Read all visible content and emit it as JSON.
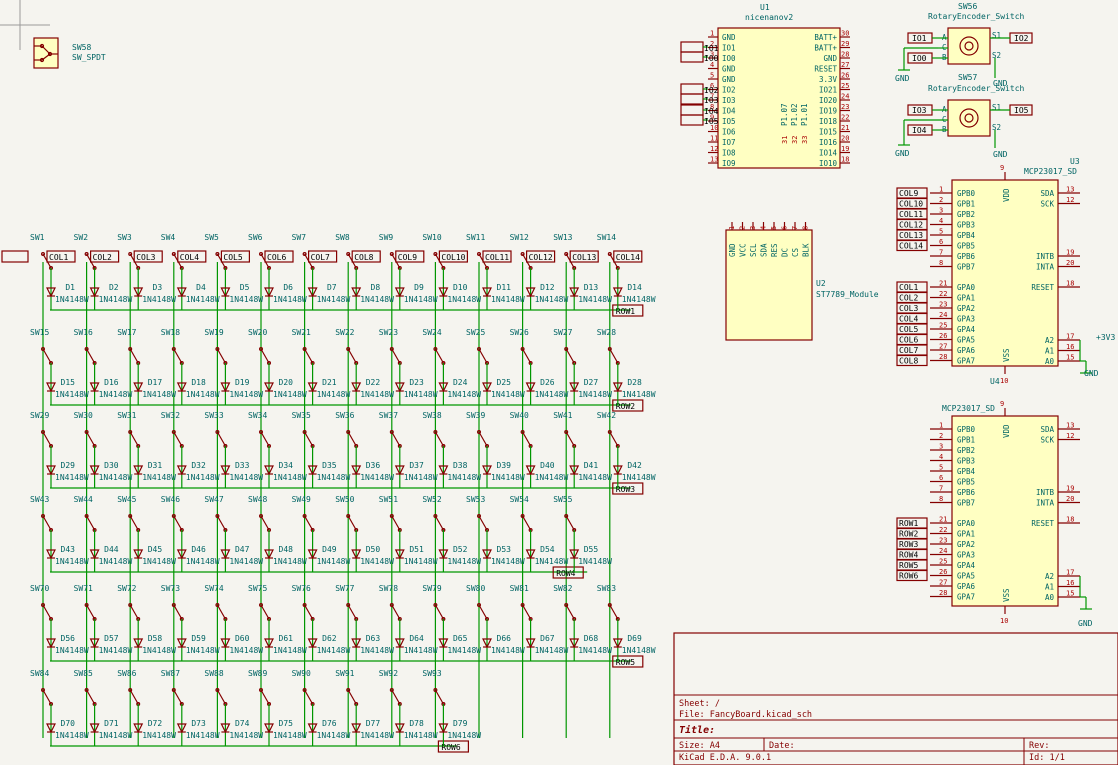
{
  "app": {
    "name": "KiCad Schematic Editor",
    "colors": {
      "background": "#f5f4ef",
      "wire": "#009600",
      "component": "#840000",
      "component_fill": "#ffffc2",
      "ref_text": "#006464",
      "pin_text": "#a90000",
      "label": "#840000",
      "power": "#006464"
    }
  },
  "spdt": {
    "ref": "SW58",
    "value": "SW_SPDT"
  },
  "u1": {
    "ref": "U1",
    "value": "nicenanov2",
    "left_pins": [
      {
        "num": "1",
        "name": "GND"
      },
      {
        "num": "2",
        "name": "IO1"
      },
      {
        "num": "3",
        "name": "IO0"
      },
      {
        "num": "4",
        "name": "GND"
      },
      {
        "num": "5",
        "name": "GND"
      },
      {
        "num": "6",
        "name": "IO2"
      },
      {
        "num": "7",
        "name": "IO3"
      },
      {
        "num": "8",
        "name": "IO4"
      },
      {
        "num": "9",
        "name": "IO5"
      },
      {
        "num": "10",
        "name": "IO6"
      },
      {
        "num": "11",
        "name": "IO7"
      },
      {
        "num": "12",
        "name": "IO8"
      },
      {
        "num": "13",
        "name": "IO9"
      }
    ],
    "right_pins": [
      {
        "num": "30",
        "name": "BATT+"
      },
      {
        "num": "29",
        "name": "BATT+"
      },
      {
        "num": "28",
        "name": "GND"
      },
      {
        "num": "27",
        "name": "RESET"
      },
      {
        "num": "26",
        "name": "3.3V"
      },
      {
        "num": "25",
        "name": "IO21"
      },
      {
        "num": "24",
        "name": "IO20"
      },
      {
        "num": "23",
        "name": "IO19"
      },
      {
        "num": "22",
        "name": "IO18"
      },
      {
        "num": "21",
        "name": "IO15"
      },
      {
        "num": "20",
        "name": "IO16"
      },
      {
        "num": "19",
        "name": "IO14"
      },
      {
        "num": "18",
        "name": "IO10"
      }
    ],
    "inner_pins": [
      "P1.07",
      "P1.02",
      "P1.01"
    ],
    "inner_nums": [
      "31",
      "32",
      "33"
    ],
    "labels": {
      "l1": "IO1",
      "l2": "IO0",
      "l3": "IO2",
      "l4": "IO3",
      "l5": "IO4",
      "l6": "IO5"
    }
  },
  "enc1": {
    "ref": "SW56",
    "value": "RotaryEncoder_Switch",
    "in1": "IO1",
    "in2": "IO0",
    "out": "IO2",
    "gnd1": "GND",
    "gnd2": "GND"
  },
  "enc2": {
    "ref": "SW57",
    "value": "RotaryEncoder_Switch",
    "in1": "IO3",
    "in2": "IO4",
    "out": "IO5",
    "gnd1": "GND",
    "gnd2": "GND"
  },
  "u2": {
    "ref": "U2",
    "value": "ST7789_Module",
    "pins": [
      {
        "num": "1",
        "name": "GND"
      },
      {
        "num": "2",
        "name": "VCC"
      },
      {
        "num": "3",
        "name": "SCL"
      },
      {
        "num": "4",
        "name": "SDA"
      },
      {
        "num": "5",
        "name": "RES"
      },
      {
        "num": "6",
        "name": "DC"
      },
      {
        "num": "7",
        "name": "CS"
      },
      {
        "num": "8",
        "name": "BLK"
      }
    ]
  },
  "u3": {
    "ref": "U3",
    "value": "MCP23017_SD",
    "vdd_num": "9",
    "vss_num": "10",
    "vdd": "VDD",
    "vss": "VSS",
    "left_pins": [
      {
        "num": "1",
        "name": "GPB0",
        "label": "COL9"
      },
      {
        "num": "2",
        "name": "GPB1",
        "label": "COL10"
      },
      {
        "num": "3",
        "name": "GPB2",
        "label": "COL11"
      },
      {
        "num": "4",
        "name": "GPB3",
        "label": "COL12"
      },
      {
        "num": "5",
        "name": "GPB4",
        "label": "COL13"
      },
      {
        "num": "6",
        "name": "GPB5",
        "label": "COL14"
      },
      {
        "num": "7",
        "name": "GPB6",
        "label": ""
      },
      {
        "num": "8",
        "name": "GPB7",
        "label": ""
      },
      {
        "num": "21",
        "name": "GPA0",
        "label": "COL1"
      },
      {
        "num": "22",
        "name": "GPA1",
        "label": "COL2"
      },
      {
        "num": "23",
        "name": "GPA2",
        "label": "COL3"
      },
      {
        "num": "24",
        "name": "GPA3",
        "label": "COL4"
      },
      {
        "num": "25",
        "name": "GPA4",
        "label": "COL5"
      },
      {
        "num": "26",
        "name": "GPA5",
        "label": "COL6"
      },
      {
        "num": "27",
        "name": "GPA6",
        "label": "COL7"
      },
      {
        "num": "28",
        "name": "GPA7",
        "label": "COL8"
      }
    ],
    "right_pins": [
      {
        "num": "13",
        "name": "SDA"
      },
      {
        "num": "12",
        "name": "SCK"
      },
      {
        "num": "19",
        "name": "INTB"
      },
      {
        "num": "20",
        "name": "INTA"
      },
      {
        "num": "18",
        "name": "RESET"
      },
      {
        "num": "17",
        "name": "A2"
      },
      {
        "num": "16",
        "name": "A1"
      },
      {
        "num": "15",
        "name": "A0"
      }
    ],
    "power": "+3V3",
    "gnd": "GND"
  },
  "u4": {
    "ref": "U4",
    "value": "MCP23017_SD",
    "vdd_num": "9",
    "vss_num": "10",
    "vdd": "VDD",
    "vss": "VSS",
    "left_pins": [
      {
        "num": "1",
        "name": "GPB0",
        "label": ""
      },
      {
        "num": "2",
        "name": "GPB1",
        "label": ""
      },
      {
        "num": "3",
        "name": "GPB2",
        "label": ""
      },
      {
        "num": "4",
        "name": "GPB3",
        "label": ""
      },
      {
        "num": "5",
        "name": "GPB4",
        "label": ""
      },
      {
        "num": "6",
        "name": "GPB5",
        "label": ""
      },
      {
        "num": "7",
        "name": "GPB6",
        "label": ""
      },
      {
        "num": "8",
        "name": "GPB7",
        "label": ""
      },
      {
        "num": "21",
        "name": "GPA0",
        "label": "ROW1"
      },
      {
        "num": "22",
        "name": "GPA1",
        "label": "ROW2"
      },
      {
        "num": "23",
        "name": "GPA2",
        "label": "ROW3"
      },
      {
        "num": "24",
        "name": "GPA3",
        "label": "ROW4"
      },
      {
        "num": "25",
        "name": "GPA4",
        "label": "ROW5"
      },
      {
        "num": "26",
        "name": "GPA5",
        "label": "ROW6"
      },
      {
        "num": "27",
        "name": "GPA6",
        "label": ""
      },
      {
        "num": "28",
        "name": "GPA7",
        "label": ""
      }
    ],
    "right_pins": [
      {
        "num": "13",
        "name": "SDA"
      },
      {
        "num": "12",
        "name": "SCK"
      },
      {
        "num": "19",
        "name": "INTB"
      },
      {
        "num": "20",
        "name": "INTA"
      },
      {
        "num": "18",
        "name": "RESET"
      },
      {
        "num": "17",
        "name": "A2"
      },
      {
        "num": "16",
        "name": "A1"
      },
      {
        "num": "15",
        "name": "A0"
      }
    ],
    "gnd": "GND"
  },
  "matrix": {
    "cols": [
      "COL1",
      "COL2",
      "COL3",
      "COL4",
      "COL5",
      "COL6",
      "COL7",
      "COL8",
      "COL9",
      "COL10",
      "COL11",
      "COL12",
      "COL13",
      "COL14"
    ],
    "rows": [
      {
        "label": "ROW1",
        "switches": [
          "SW1",
          "SW2",
          "SW3",
          "SW4",
          "SW5",
          "SW6",
          "SW7",
          "SW8",
          "SW9",
          "SW10",
          "SW11",
          "SW12",
          "SW13",
          "SW14"
        ],
        "diodes": [
          "D1",
          "D2",
          "D3",
          "D4",
          "D5",
          "D6",
          "D7",
          "D8",
          "D9",
          "D10",
          "D11",
          "D12",
          "D13",
          "D14"
        ]
      },
      {
        "label": "ROW2",
        "switches": [
          "SW15",
          "SW16",
          "SW17",
          "SW18",
          "SW19",
          "SW20",
          "SW21",
          "SW22",
          "SW23",
          "SW24",
          "SW25",
          "SW26",
          "SW27",
          "SW28"
        ],
        "diodes": [
          "D15",
          "D16",
          "D17",
          "D18",
          "D19",
          "D20",
          "D21",
          "D22",
          "D23",
          "D24",
          "D25",
          "D26",
          "D27",
          "D28"
        ]
      },
      {
        "label": "ROW3",
        "switches": [
          "SW29",
          "SW30",
          "SW31",
          "SW32",
          "SW33",
          "SW34",
          "SW35",
          "SW36",
          "SW37",
          "SW38",
          "SW39",
          "SW40",
          "SW41",
          "SW42"
        ],
        "diodes": [
          "D29",
          "D30",
          "D31",
          "D32",
          "D33",
          "D34",
          "D35",
          "D36",
          "D37",
          "D38",
          "D39",
          "D40",
          "D41",
          "D42"
        ]
      },
      {
        "label": "ROW4",
        "switches": [
          "SW43",
          "SW44",
          "SW45",
          "SW46",
          "SW47",
          "SW48",
          "SW49",
          "SW50",
          "SW51",
          "SW52",
          "SW53",
          "SW54",
          "SW55"
        ],
        "diodes": [
          "D43",
          "D44",
          "D45",
          "D46",
          "D47",
          "D48",
          "D49",
          "D50",
          "D51",
          "D52",
          "D53",
          "D54",
          "D55"
        ]
      },
      {
        "label": "ROW5",
        "switches": [
          "SW70",
          "SW71",
          "SW72",
          "SW73",
          "SW74",
          "SW75",
          "SW76",
          "SW77",
          "SW78",
          "SW79",
          "SW80",
          "SW81",
          "SW82",
          "SW83"
        ],
        "diodes": [
          "D56",
          "D57",
          "D58",
          "D59",
          "D60",
          "D61",
          "D62",
          "D63",
          "D64",
          "D65",
          "D66",
          "D67",
          "D68",
          "D69"
        ]
      },
      {
        "label": "ROW6",
        "switches": [
          "SW84",
          "SW85",
          "SW86",
          "SW87",
          "SW88",
          "SW89",
          "SW90",
          "SW91",
          "SW92",
          "SW93"
        ],
        "diodes": [
          "D70",
          "D71",
          "D72",
          "D73",
          "D74",
          "D75",
          "D76",
          "D77",
          "D78",
          "D79"
        ]
      }
    ],
    "diode_value": "1N4148W"
  },
  "title_block": {
    "sheet": "Sheet: /",
    "file": "File: FancyBoard.kicad_sch",
    "title": "Title:",
    "size": "Size: A4",
    "date": "Date:",
    "rev": "Rev:",
    "generator": "KiCad E.D.A. 9.0.1",
    "id": "Id: 1/1"
  }
}
